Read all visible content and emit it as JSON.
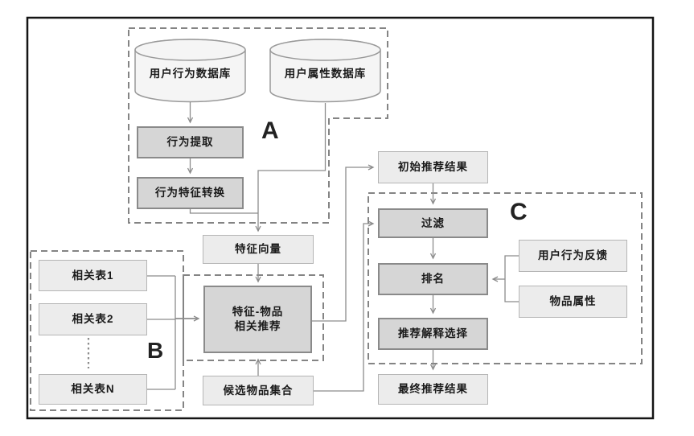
{
  "diagram": {
    "groups": {
      "a_label": "A",
      "b_label": "B",
      "c_label": "C"
    },
    "databases": {
      "user_behavior_db": "用户行为数据库",
      "user_attribute_db": "用户属性数据库"
    },
    "nodes": {
      "behavior_extract": "行为提取",
      "behavior_feature_convert": "行为特征转换",
      "feature_vector": "特征向量",
      "feature_item_rec_line1": "特征-物品",
      "feature_item_rec_line2": "相关推荐",
      "candidate_items": "候选物品集合",
      "related_table_1": "相关表1",
      "related_table_2": "相关表2",
      "related_table_n": "相关表N",
      "initial_results": "初始推荐结果",
      "filter": "过滤",
      "ranking": "排名",
      "explanation_select": "推荐解释选择",
      "final_results": "最终推荐结果",
      "user_feedback": "用户行为反馈",
      "item_attributes": "物品属性"
    },
    "colors": {
      "process_fill": "#d6d6d6",
      "process_border": "#8a8a8a",
      "io_fill": "#ececec",
      "io_border": "#b5b5b5",
      "cylinder_fill": "#f5f5f5",
      "cylinder_border": "#999999",
      "connector": "#8c8c8c",
      "dashed_border": "#848484",
      "frame": "#141414",
      "text": "#1a1a1a"
    }
  }
}
